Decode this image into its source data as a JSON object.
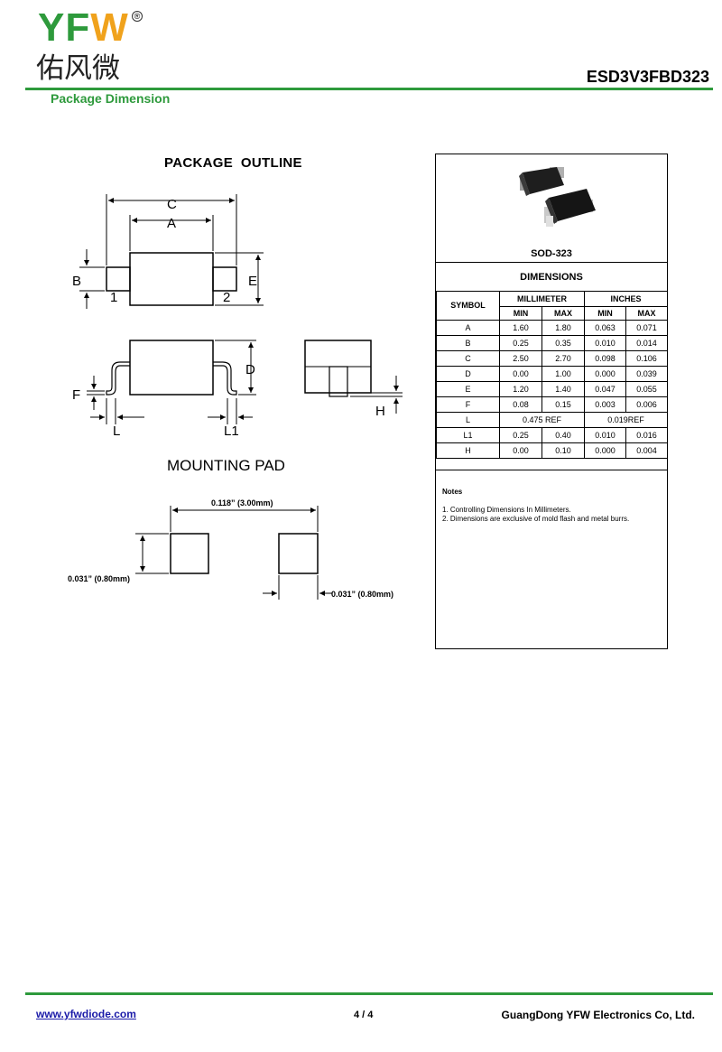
{
  "header": {
    "logo_text": "YFW",
    "logo_registered": "®",
    "logo_chinese": "佑风微",
    "part_number": "ESD3V3FBD323",
    "section_title": "Package Dimension",
    "brand_color": "#2e9a3c"
  },
  "outline": {
    "title": "PACKAGE  OUTLINE",
    "labels": {
      "C": "C",
      "A": "A",
      "B": "B",
      "E": "E",
      "pin1": "1",
      "pin2": "2",
      "D": "D",
      "F": "F",
      "L": "L",
      "L1": "L1",
      "H": "H"
    }
  },
  "mounting_pad": {
    "title": "MOUNTING PAD",
    "spacing_label": "0.118” (3.00mm)",
    "height_label": "0.031” (0.80mm)",
    "width_label": "0.031” (0.80mm)"
  },
  "panel": {
    "package_name": "SOD-323",
    "dimensions_title": "DIMENSIONS",
    "table": {
      "symbol_header": "SYMBOL",
      "mm_header": "MILLIMETER",
      "in_header": "INCHES",
      "sub_headers": [
        "MIN",
        "MAX",
        "MIN",
        "MAX"
      ],
      "rows": [
        {
          "symbol": "A",
          "mm_min": "1.60",
          "mm_max": "1.80",
          "in_min": "0.063",
          "in_max": "0.071"
        },
        {
          "symbol": "B",
          "mm_min": "0.25",
          "mm_max": "0.35",
          "in_min": "0.010",
          "in_max": "0.014"
        },
        {
          "symbol": "C",
          "mm_min": "2.50",
          "mm_max": "2.70",
          "in_min": "0.098",
          "in_max": "0.106"
        },
        {
          "symbol": "D",
          "mm_min": "0.00",
          "mm_max": "1.00",
          "in_min": "0.000",
          "in_max": "0.039"
        },
        {
          "symbol": "E",
          "mm_min": "1.20",
          "mm_max": "1.40",
          "in_min": "0.047",
          "in_max": "0.055"
        },
        {
          "symbol": "F",
          "mm_min": "0.08",
          "mm_max": "0.15",
          "in_min": "0.003",
          "in_max": "0.006"
        },
        {
          "symbol": "L",
          "mm_ref": "0.475 REF",
          "in_ref": "0.019REF"
        },
        {
          "symbol": "L1",
          "mm_min": "0.25",
          "mm_max": "0.40",
          "in_min": "0.010",
          "in_max": "0.016"
        },
        {
          "symbol": "H",
          "mm_min": "0.00",
          "mm_max": "0.10",
          "in_min": "0.000",
          "in_max": "0.004"
        }
      ]
    },
    "notes_title": "Notes",
    "notes": [
      "1. Controlling Dimensions In Millimeters.",
      "2. Dimensions  are exclusive of mold flash and metal burrs."
    ]
  },
  "footer": {
    "url": "www.yfwdiode.com",
    "page": "4 / 4",
    "company": "GuangDong YFW Electronics Co, Ltd."
  }
}
